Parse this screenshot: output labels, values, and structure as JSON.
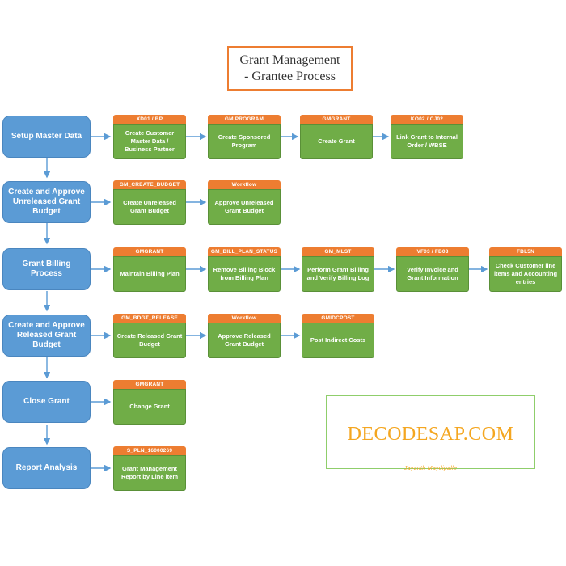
{
  "title": {
    "line1": "Grant Management",
    "line2": "-  Grantee Process"
  },
  "stages": [
    {
      "label": "Setup Master Data"
    },
    {
      "label": "Create and Approve Unreleased Grant Budget"
    },
    {
      "label": "Grant Billing Process"
    },
    {
      "label": "Create and Approve Released Grant Budget"
    },
    {
      "label": "Close Grant"
    },
    {
      "label": "Report Analysis"
    }
  ],
  "steps": {
    "row1": [
      {
        "tcode": "XD01 / BP",
        "label": "Create Customer Master Data / Business Partner"
      },
      {
        "tcode": "GM PROGRAM",
        "label": "Create Sponsored Program"
      },
      {
        "tcode": "GMGRANT",
        "label": "Create Grant"
      },
      {
        "tcode": "KO02 / CJ02",
        "label": "Link Grant to Internal Order / WBSE"
      }
    ],
    "row2": [
      {
        "tcode": "GM_CREATE_BUDGET",
        "label": "Create Unreleased Grant Budget"
      },
      {
        "tcode": "Workflow",
        "label": "Approve Unreleased Grant Budget"
      }
    ],
    "row3": [
      {
        "tcode": "GMGRANT",
        "label": "Maintain Billing Plan"
      },
      {
        "tcode": "GM_BILL_PLAN_STATUS",
        "label": "Remove Billing Block from Billing Plan"
      },
      {
        "tcode": "GM_MLST",
        "label": "Perform Grant Billing and Verify Billing Log"
      },
      {
        "tcode": "VF03 / FB03",
        "label": "Verify Invoice and Grant Information"
      },
      {
        "tcode": "FBL5N",
        "label": "Check Customer line items and Accounting entries"
      }
    ],
    "row4": [
      {
        "tcode": "GM_BDGT_RELEASE",
        "label": "Create Released Grant Budget"
      },
      {
        "tcode": "Workflow",
        "label": "Approve Released Grant Budget"
      },
      {
        "tcode": "GMIDCPOST",
        "label": "Post Indirect Costs"
      }
    ],
    "row5": [
      {
        "tcode": "GMGRANT",
        "label": "Change Grant"
      }
    ],
    "row6": [
      {
        "tcode": "S_PLN_16000269",
        "label": "Grant Management Report by Line item"
      }
    ]
  },
  "watermark": {
    "name": "DECODESAP.COM",
    "author": "Jayanth Maydipalle"
  },
  "colors": {
    "stage": "#5B9BD5",
    "step_body": "#70AD47",
    "tcode": "#ED7D31",
    "brand": "#F4A620"
  }
}
